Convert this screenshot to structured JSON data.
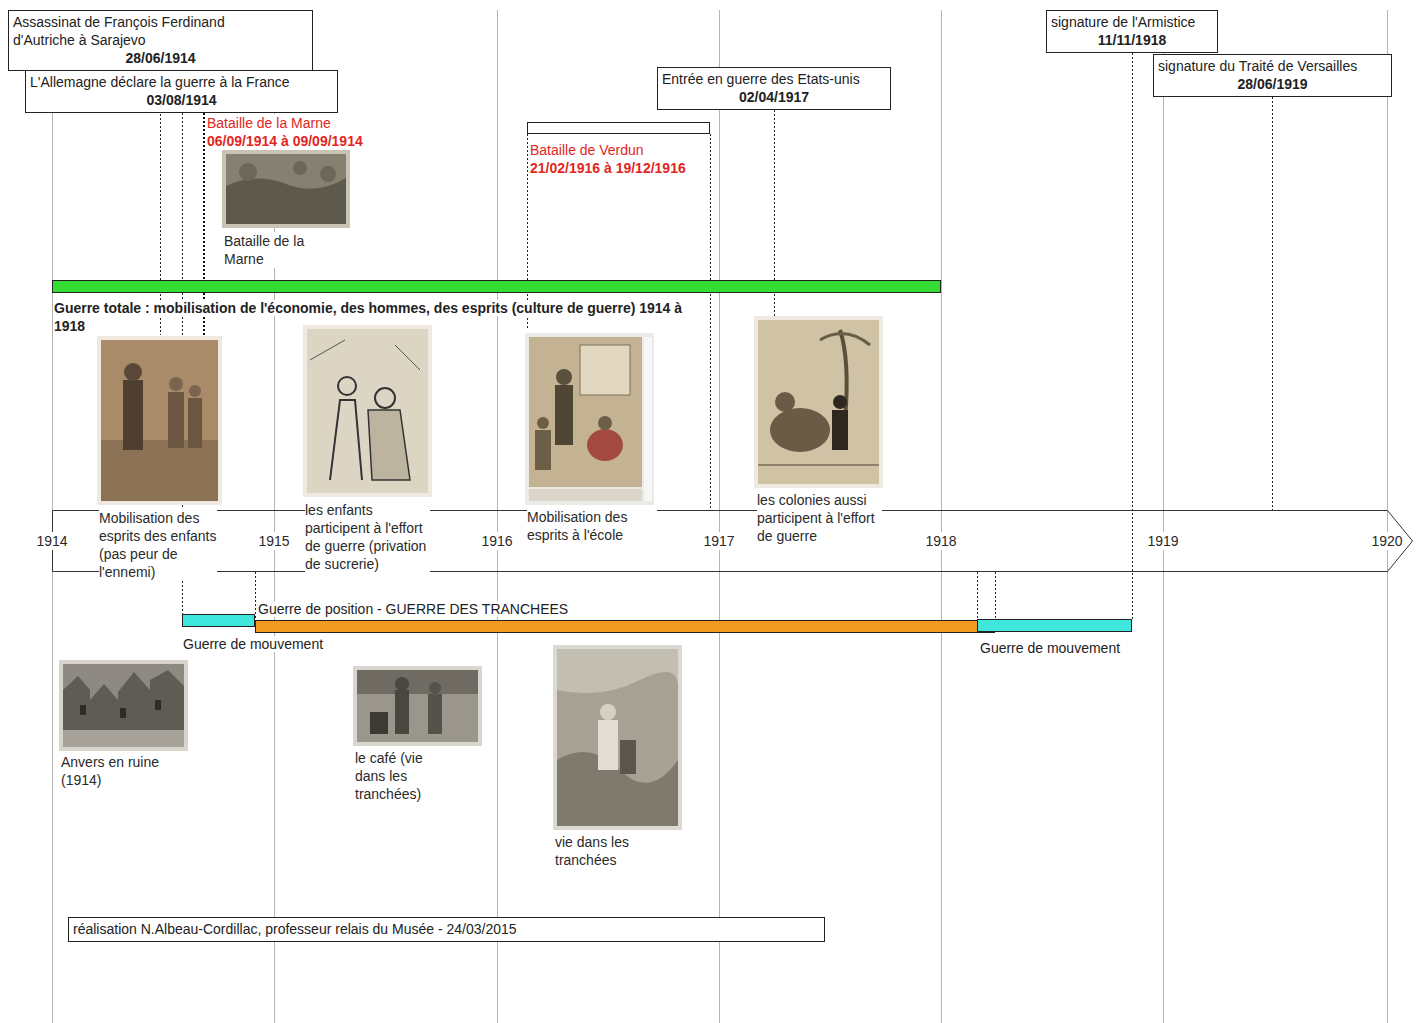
{
  "diagram": {
    "nodes": [
      {
        "text": [
          "Assassinat de François Ferdinand d'Autriche à Sarajevo",
          "28/06/1914"
        ]
      },
      {
        "text": [
          "L'Allemagne déclare la guerre à la France",
          "03/08/1914"
        ]
      },
      {
        "text": [
          "Entrée en guerre des Etats-unis",
          "02/04/1917"
        ]
      },
      {
        "text": [
          "signature de l'Armistice",
          "11/11/1918"
        ]
      },
      {
        "text": [
          "signature du Traité de Versailles",
          "28/06/1919"
        ]
      },
      {
        "text": [
          "Bataille de Verdun",
          "21/02/1916 à 19/12/1916"
        ]
      },
      {
        "text": [
          "Guerre totale : mobilisation de l'économie, des hommes, des esprits (culture de guerre) 1914 à 1918"
        ]
      },
      {
        "text": [
          "Guerre de mouvement"
        ]
      },
      {
        "text": [
          "Guerre de position - GUERRE DES TRANCHEES"
        ]
      },
      {
        "text": [
          "Guerre de mouvement"
        ]
      },
      {
        "text": [
          "réalisation N.Albeau-Cordillac, professeur relais du Musée - 24/03/2015"
        ]
      }
    ],
    "labels": [
      "Bataille de la Marne",
      "06/09/1914 à 09/09/1914",
      "Bataille de la Marne",
      "1914",
      "1915",
      "1916",
      "1917",
      "1918",
      "1919",
      "1920",
      "Mobilisation des esprits des enfants (pas peur de l'ennemi)",
      "les enfants participent à l'effort de guerre (privation de sucrerie)",
      "Mobilisation des esprits à l'école",
      "les colonies aussi participent à l'effort de guerre",
      "Anvers en ruine (1914)",
      "le café (vie dans les tranchées)",
      "vie dans les tranchées"
    ]
  }
}
